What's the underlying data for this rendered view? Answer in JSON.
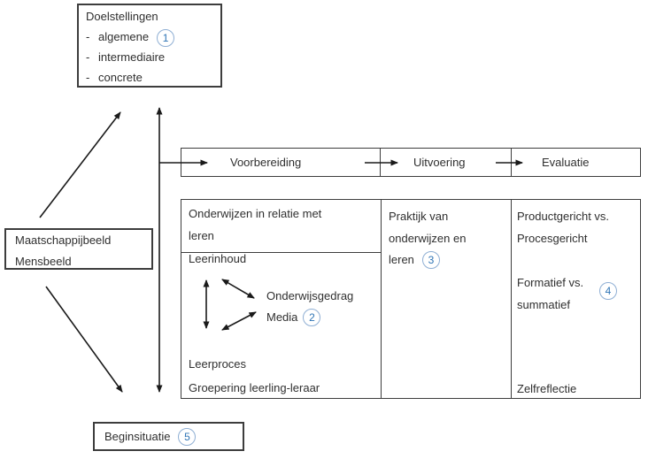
{
  "colors": {
    "text": "#2f2f2f",
    "line": "#1a1a1a",
    "badge_ring": "#8fafd4",
    "badge_text": "#2e74b5"
  },
  "doelstellingen": {
    "title": "Doelstellingen",
    "items": [
      {
        "label": "algemene",
        "badge": "1"
      },
      {
        "label": "intermediaire"
      },
      {
        "label": "concrete"
      }
    ]
  },
  "maatschappij": {
    "line1": "Maatschappijbeeld",
    "line2": "Mensbeeld"
  },
  "beginsituatie": {
    "label": "Beginsituatie",
    "badge": "5"
  },
  "flow": {
    "steps": [
      {
        "label": "Voorbereiding"
      },
      {
        "label": "Uitvoering"
      },
      {
        "label": "Evaluatie"
      }
    ]
  },
  "table": {
    "col1": {
      "header_line1": "Onderwijzen in relatie met",
      "header_line2": "leren",
      "leerinhoud": "Leerinhoud",
      "onderwijsgedrag": "Onderwijsgedrag",
      "media": "Media",
      "media_badge": "2",
      "leerproces": "Leerproces",
      "groepering": "Groepering leerling-leraar"
    },
    "col2": {
      "line1": "Praktijk van",
      "line2": "onderwijzen en",
      "line3": "leren",
      "badge": "3"
    },
    "col3": {
      "line1": "Productgericht vs.",
      "line2": "Procesgericht",
      "line3": "Formatief vs.",
      "line4": "summatief",
      "badge": "4",
      "line5": "Zelfreflectie"
    }
  }
}
